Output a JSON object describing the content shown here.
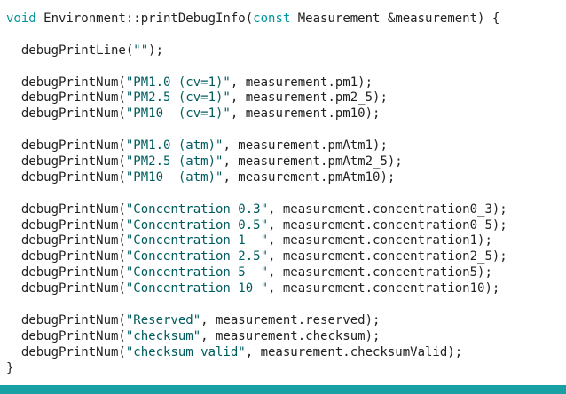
{
  "editor": {
    "colors": {
      "keyword": "#00979c",
      "string": "#005c5f",
      "plain": "#222222",
      "background": "#ffffff",
      "status_bar": "#17a1a5"
    },
    "lines": [
      [
        [
          "kw",
          "void"
        ],
        [
          "plain",
          " Environment::printDebugInfo("
        ],
        [
          "kw",
          "const"
        ],
        [
          "plain",
          " Measurement &measurement) {"
        ]
      ],
      [],
      [
        [
          "plain",
          "  debugPrintLine("
        ],
        [
          "str",
          "\"\""
        ],
        [
          "plain",
          ");"
        ]
      ],
      [],
      [
        [
          "plain",
          "  debugPrintNum("
        ],
        [
          "str",
          "\"PM1.0 (cv=1)\""
        ],
        [
          "plain",
          ", measurement.pm1);"
        ]
      ],
      [
        [
          "plain",
          "  debugPrintNum("
        ],
        [
          "str",
          "\"PM2.5 (cv=1)\""
        ],
        [
          "plain",
          ", measurement.pm2_5);"
        ]
      ],
      [
        [
          "plain",
          "  debugPrintNum("
        ],
        [
          "str",
          "\"PM10  (cv=1)\""
        ],
        [
          "plain",
          ", measurement.pm10);"
        ]
      ],
      [],
      [
        [
          "plain",
          "  debugPrintNum("
        ],
        [
          "str",
          "\"PM1.0 (atm)\""
        ],
        [
          "plain",
          ", measurement.pmAtm1);"
        ]
      ],
      [
        [
          "plain",
          "  debugPrintNum("
        ],
        [
          "str",
          "\"PM2.5 (atm)\""
        ],
        [
          "plain",
          ", measurement.pmAtm2_5);"
        ]
      ],
      [
        [
          "plain",
          "  debugPrintNum("
        ],
        [
          "str",
          "\"PM10  (atm)\""
        ],
        [
          "plain",
          ", measurement.pmAtm10);"
        ]
      ],
      [],
      [
        [
          "plain",
          "  debugPrintNum("
        ],
        [
          "str",
          "\"Concentration 0.3\""
        ],
        [
          "plain",
          ", measurement.concentration0_3);"
        ]
      ],
      [
        [
          "plain",
          "  debugPrintNum("
        ],
        [
          "str",
          "\"Concentration 0.5\""
        ],
        [
          "plain",
          ", measurement.concentration0_5);"
        ]
      ],
      [
        [
          "plain",
          "  debugPrintNum("
        ],
        [
          "str",
          "\"Concentration 1  \""
        ],
        [
          "plain",
          ", measurement.concentration1);"
        ]
      ],
      [
        [
          "plain",
          "  debugPrintNum("
        ],
        [
          "str",
          "\"Concentration 2.5\""
        ],
        [
          "plain",
          ", measurement.concentration2_5);"
        ]
      ],
      [
        [
          "plain",
          "  debugPrintNum("
        ],
        [
          "str",
          "\"Concentration 5  \""
        ],
        [
          "plain",
          ", measurement.concentration5);"
        ]
      ],
      [
        [
          "plain",
          "  debugPrintNum("
        ],
        [
          "str",
          "\"Concentration 10 \""
        ],
        [
          "plain",
          ", measurement.concentration10);"
        ]
      ],
      [],
      [
        [
          "plain",
          "  debugPrintNum("
        ],
        [
          "str",
          "\"Reserved\""
        ],
        [
          "plain",
          ", measurement.reserved);"
        ]
      ],
      [
        [
          "plain",
          "  debugPrintNum("
        ],
        [
          "str",
          "\"checksum\""
        ],
        [
          "plain",
          ", measurement.checksum);"
        ]
      ],
      [
        [
          "plain",
          "  debugPrintNum("
        ],
        [
          "str",
          "\"checksum valid\""
        ],
        [
          "plain",
          ", measurement.checksumValid);"
        ]
      ],
      [
        [
          "plain",
          "}"
        ]
      ]
    ]
  }
}
